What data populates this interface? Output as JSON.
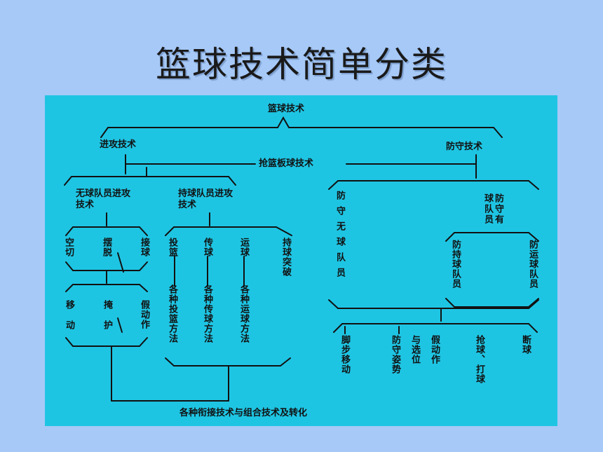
{
  "slide": {
    "title": "篮球技术简单分类"
  },
  "diagram": {
    "root": "篮球技术",
    "offense": "进攻技术",
    "defense": "防守技术",
    "rebound": "抢篮板球技术",
    "off_no_ball": "无球队员进攻技术",
    "off_with_ball": "持球队员进攻技术",
    "cut": "空切",
    "shake_off": "摆脱",
    "receive": "接球",
    "move": "移动",
    "screen": "掩护",
    "fake": "假动作",
    "shoot": "投篮",
    "pass": "传球",
    "dribble": "运球",
    "breakthrough": "持球突破",
    "shoot_methods": "各种投篮方法",
    "pass_methods": "各种传球方法",
    "dribble_methods": "各种运球方法",
    "def_no_ball": "防守无球队员",
    "def_has_ball": "防守有球队员",
    "def_holder": "防持球队员",
    "def_dribbler": "防运球队员",
    "footwork": "脚步移动",
    "stance": "防守姿势",
    "positioning": "与选位",
    "def_fake": "假动作",
    "steal": "抢球、打球",
    "intercept": "断球",
    "footer": "各种衔接技术与组合技术及转化"
  },
  "colors": {
    "background": "#a7c9f7",
    "panel": "#1ec5e3",
    "ink": "#111111"
  }
}
